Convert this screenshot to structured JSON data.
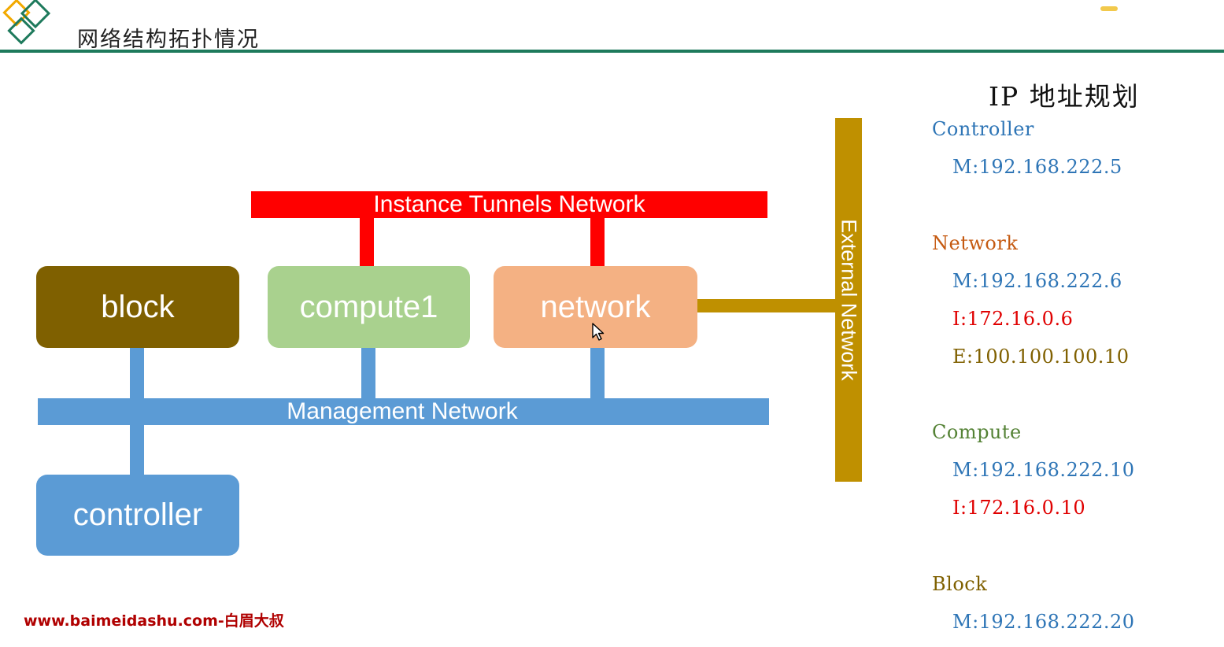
{
  "header": {
    "title": "网络结构拓扑情况"
  },
  "networks": {
    "tunnel": "Instance Tunnels Network",
    "management": "Management Network",
    "external": "External Network"
  },
  "nodes": {
    "block": "block",
    "compute1": "compute1",
    "network": "network",
    "controller": "controller"
  },
  "ip_plan": {
    "title": "IP  地址规划",
    "controller": {
      "name": "Controller",
      "m": "M:192.168.222.5"
    },
    "network": {
      "name": "Network",
      "m": "M:192.168.222.6",
      "i": "I:172.16.0.6",
      "e": "E:100.100.100.10"
    },
    "compute": {
      "name": "Compute",
      "m": "M:192.168.222.10",
      "i": "I:172.16.0.10"
    },
    "block": {
      "name": "Block",
      "m": "M:192.168.222.20"
    }
  },
  "colors": {
    "tunnel": "#ff0000",
    "management": "#5b9bd5",
    "external": "#bf9000",
    "block_node": "#7f6000",
    "compute_node": "#a9d18e",
    "network_node": "#f4b183",
    "controller_node": "#5b9bd5",
    "controller_label": "#2e75b6",
    "network_label": "#c55a11",
    "compute_label": "#548235",
    "block_label": "#7f6000",
    "m_address": "#2e75b6",
    "i_address": "#e00000",
    "e_address": "#806000"
  },
  "footer": {
    "watermark": "www.baimeidashu.com-白眉大叔"
  }
}
